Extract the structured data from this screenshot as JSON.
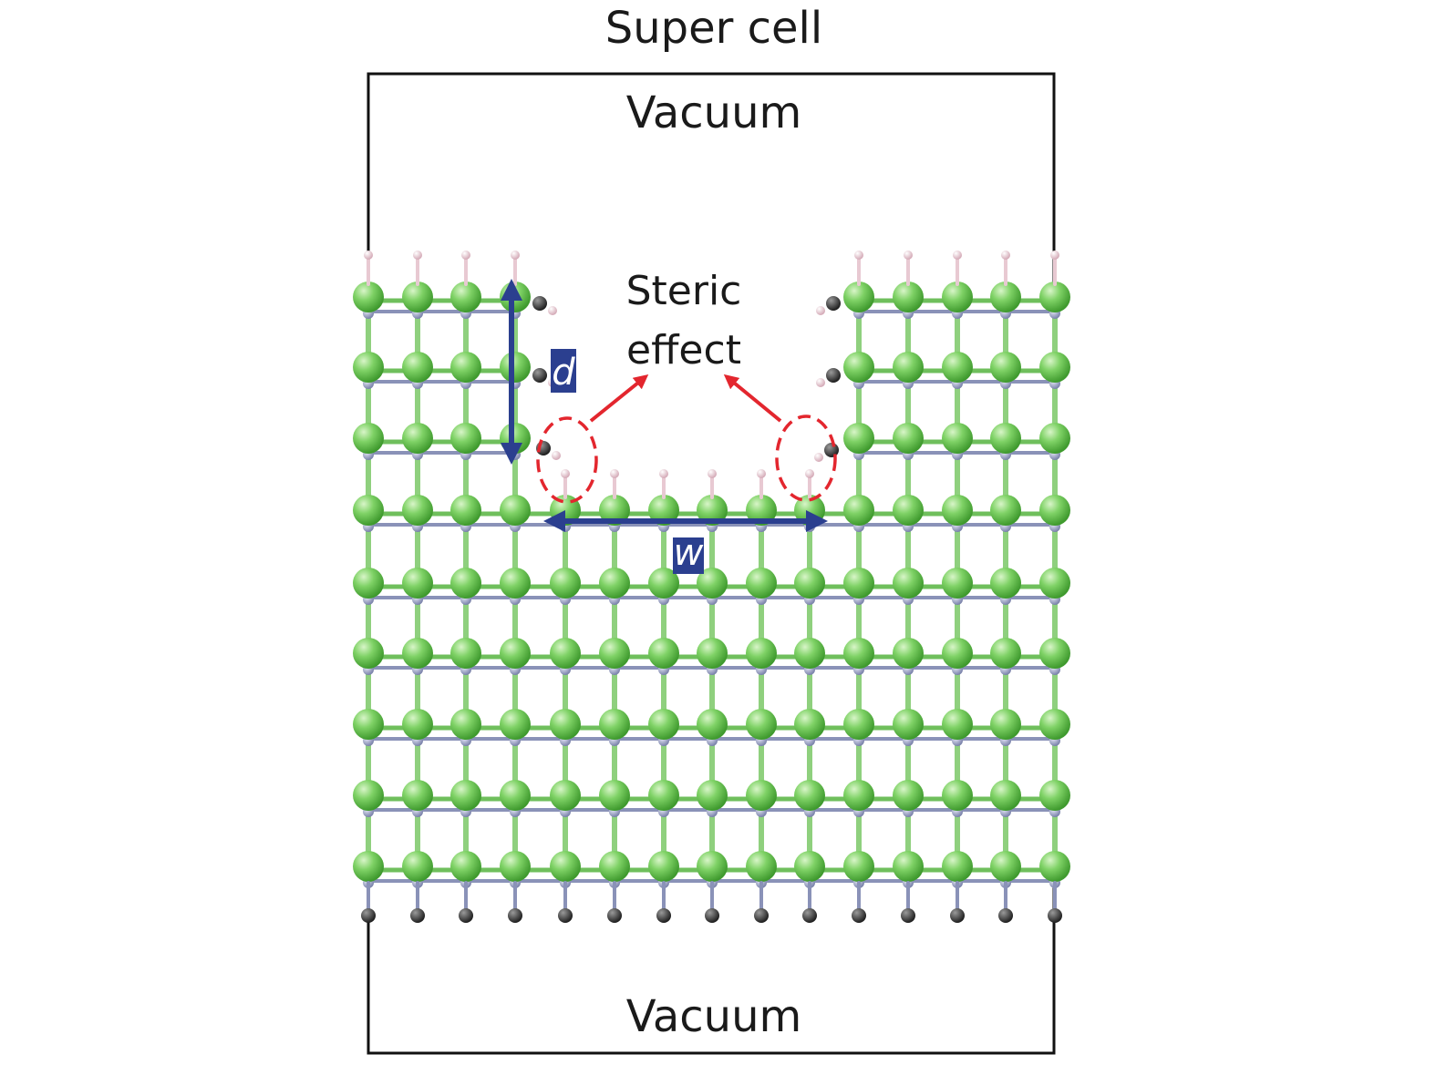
{
  "title": "Super cell",
  "labels": {
    "vacuum_top": "Vacuum",
    "vacuum_bottom": "Vacuum",
    "steric_line1": "Steric",
    "steric_line2": "effect",
    "depth": "d",
    "width": "w"
  },
  "colors": {
    "green_atom": "#5cc24a",
    "grey_atom": "#8a92b8",
    "dark_atom": "#2e2e2e",
    "pink_atom": "#e8c9d2",
    "arrow_blue": "#2b3f8f",
    "arrow_red": "#e3262e",
    "frame": "#111111"
  }
}
